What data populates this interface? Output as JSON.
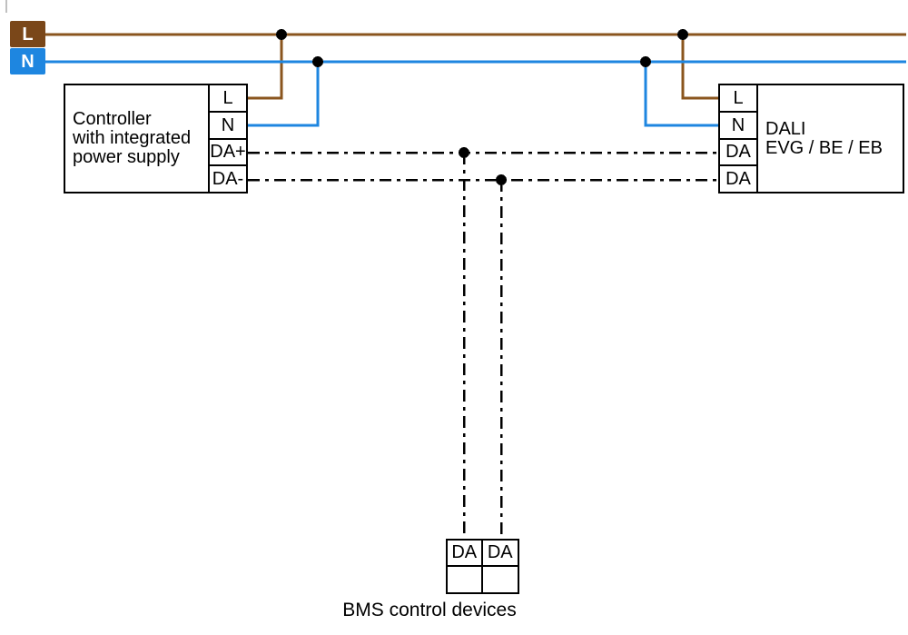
{
  "mains": {
    "live_label": "L",
    "neutral_label": "N"
  },
  "controller": {
    "line1": "Controller",
    "line2": "with integrated",
    "line3": "power supply",
    "terminals": [
      "L",
      "N",
      "DA+",
      "DA-"
    ]
  },
  "dali_device": {
    "line1": "DALI",
    "line2": "EVG / BE / EB",
    "terminals": [
      "L",
      "N",
      "DA",
      "DA"
    ]
  },
  "bms": {
    "terminals": [
      "DA",
      "DA"
    ],
    "caption": "BMS control devices"
  },
  "colors": {
    "live_badge_bg": "#7a4719",
    "neutral_badge_bg": "#1e86e0",
    "live_wire": "#8a551e",
    "neutral_wire": "#1e86e0",
    "bus_wire": "#000000"
  }
}
